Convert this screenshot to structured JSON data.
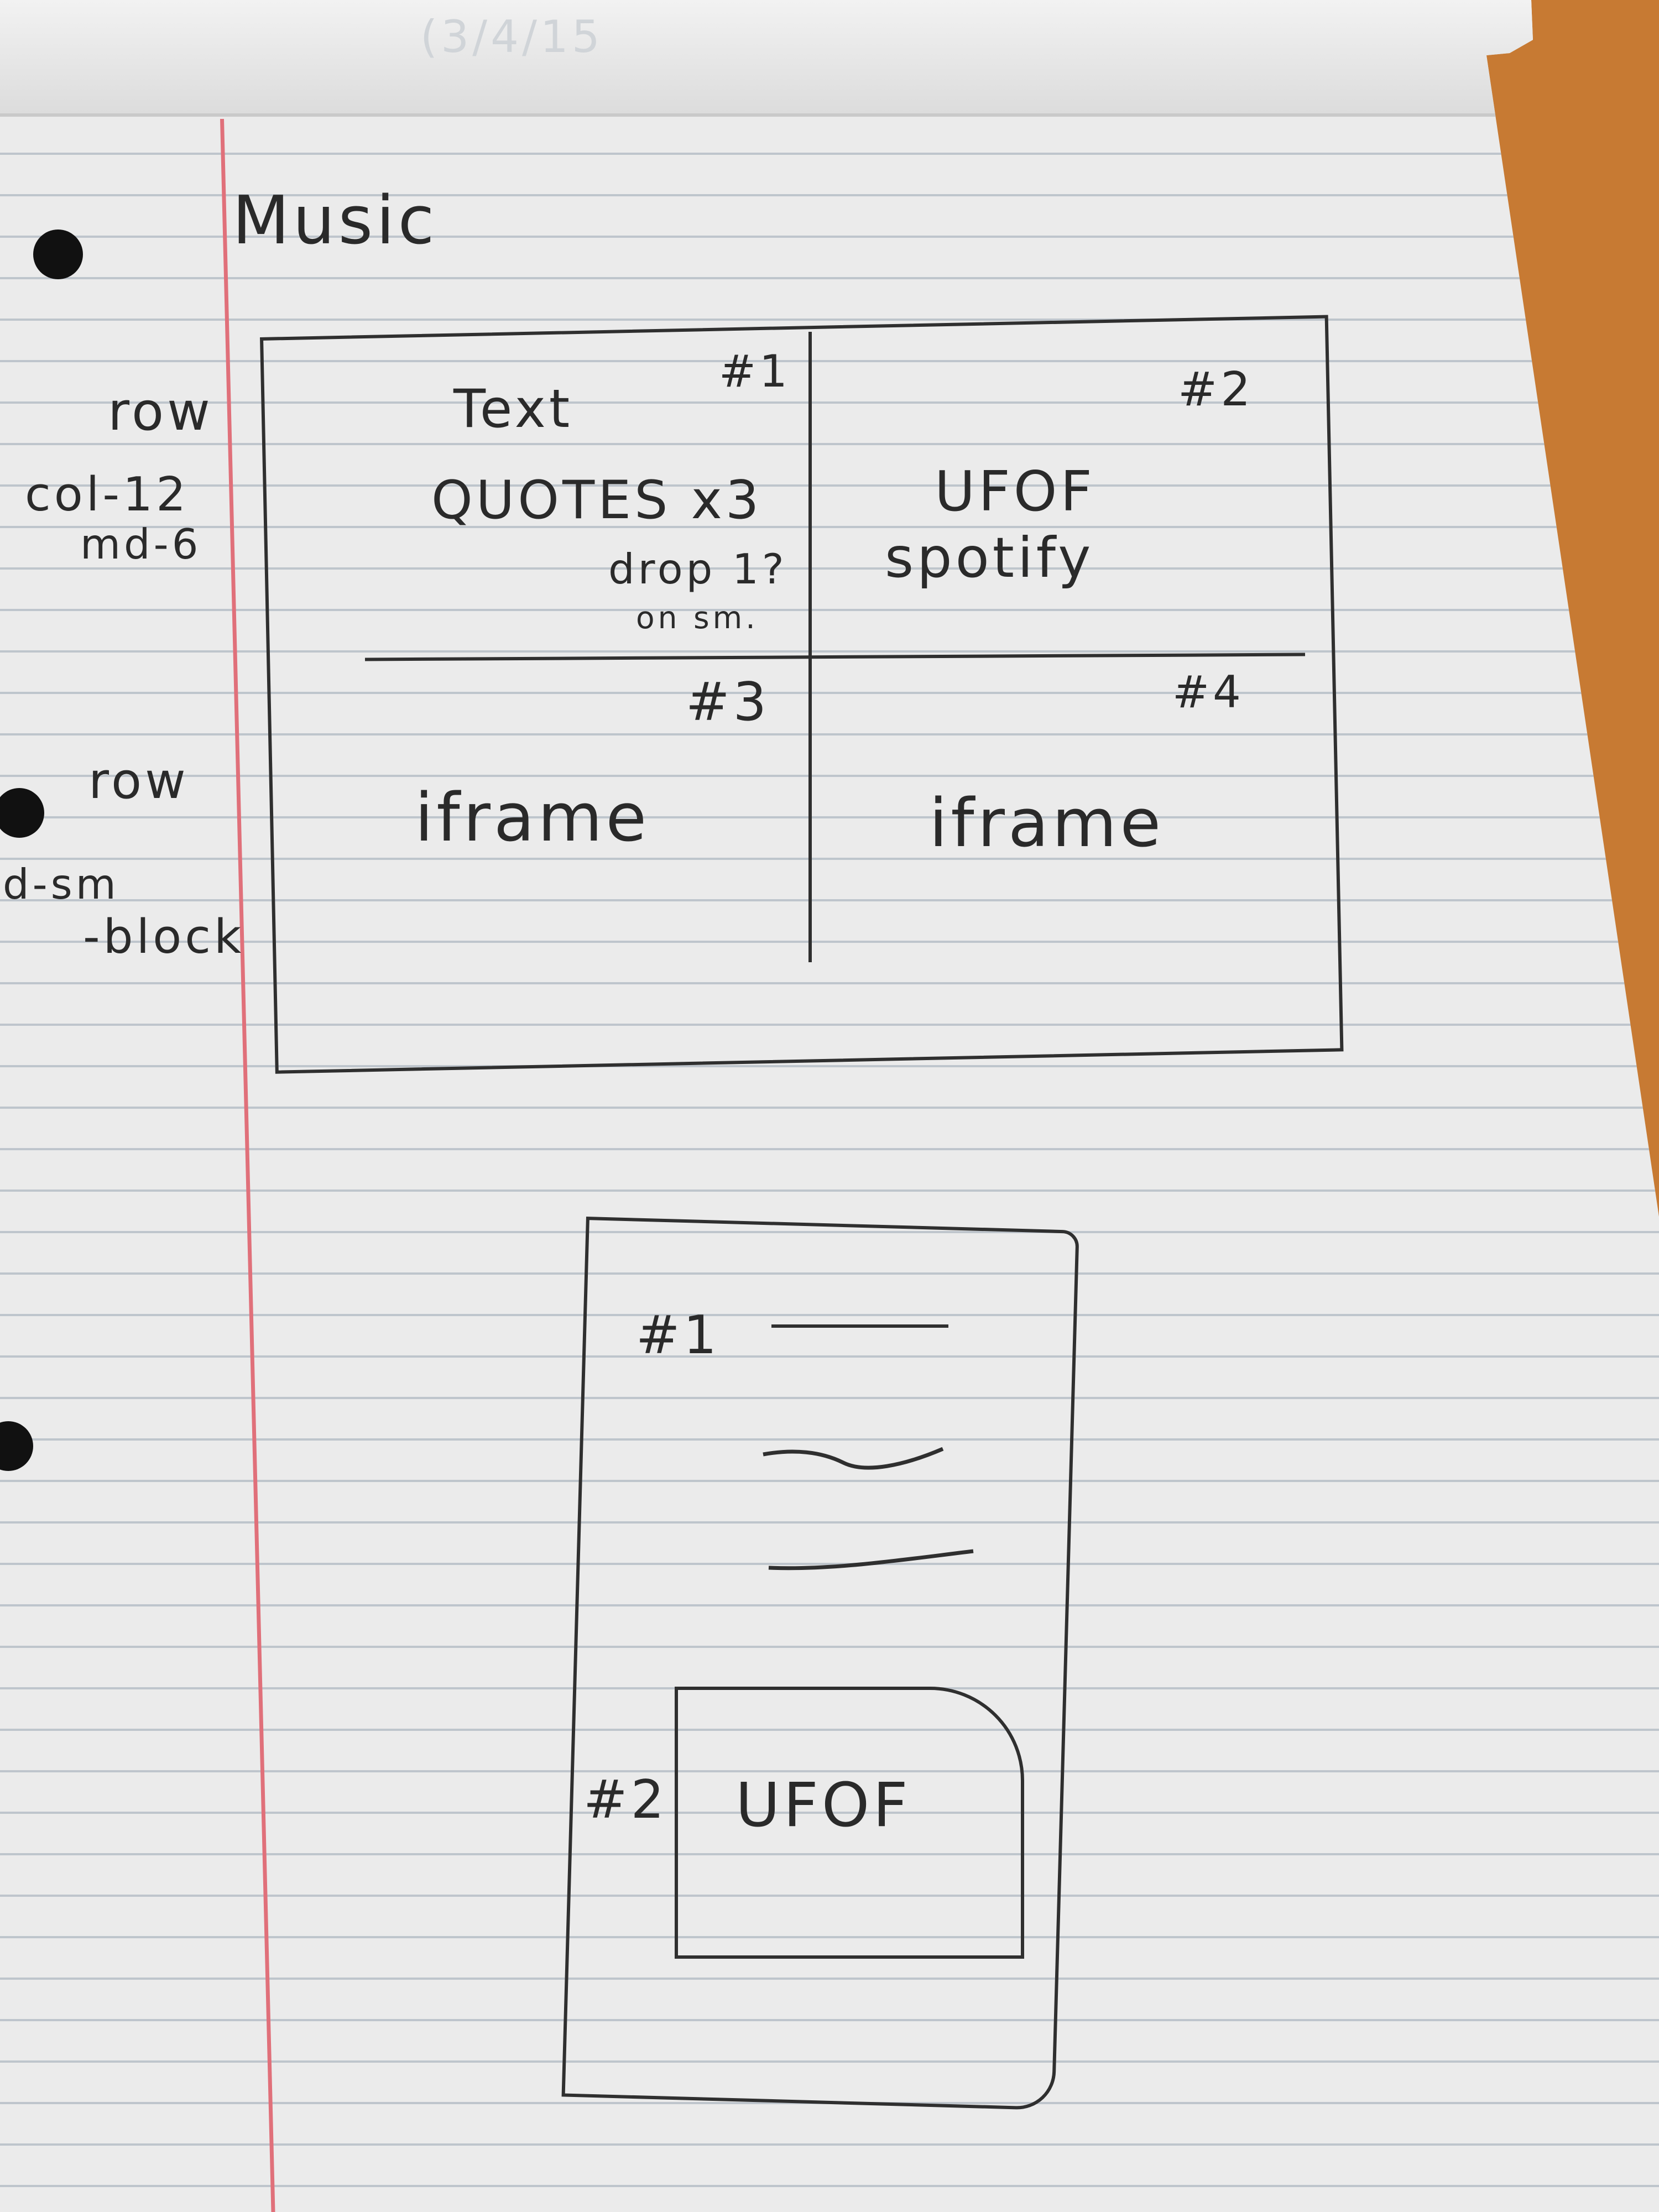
{
  "page": {
    "title": "Music",
    "top_faint": "(3/4/15"
  },
  "margin_notes": {
    "row_1": "row",
    "col_1": "col-12",
    "col_2": "md-6",
    "row_2": "row",
    "d_1": "d-sm",
    "d_2": "-block"
  },
  "desktop_layout": {
    "cell_1": {
      "tag": "#1",
      "line_1": "Text",
      "line_2": "QUOTES x3",
      "line_3": "drop 1?",
      "line_4": "on sm."
    },
    "cell_2": {
      "tag": "#2",
      "line_1": "UFOF",
      "line_2": "spotify"
    },
    "cell_3": {
      "tag": "#3",
      "line_1": "iframe"
    },
    "cell_4": {
      "tag": "#4",
      "line_1": "iframe"
    }
  },
  "mobile_layout": {
    "tag_1": "#1",
    "tag_2": "#2",
    "inner_label": "UFOF"
  },
  "colors": {
    "desk": "#c77a33",
    "paper": "#ebebeb",
    "ink": "#2a2a2a",
    "margin_red": "#e0707a"
  }
}
